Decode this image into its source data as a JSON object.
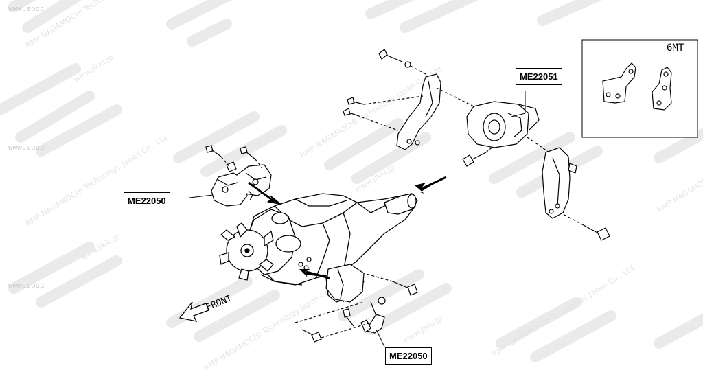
{
  "watermark": {
    "brand": "JIKIU",
    "company": "RMP NAGAMOCHI Technology Japan Co., Ltd",
    "site": "www.jikiu.jp",
    "web": "www.epcc"
  },
  "labels": {
    "mount_upper_left": "ME22050",
    "mount_rear": "ME22051",
    "mount_lower": "ME22050"
  },
  "inset": {
    "title": "6MT"
  },
  "direction": {
    "front": "FRONT"
  }
}
